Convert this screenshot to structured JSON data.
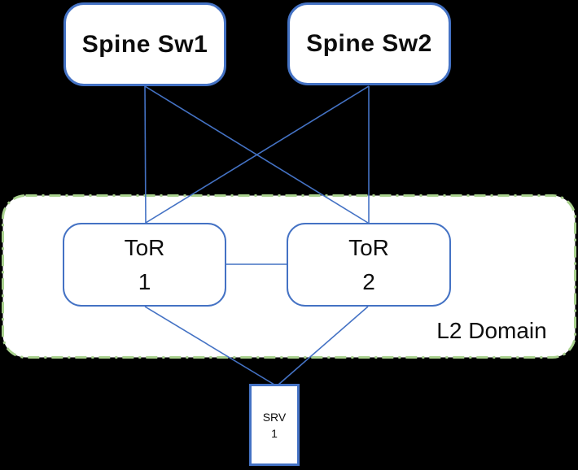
{
  "diagram": {
    "description": "Spine-leaf network topology with two spine switches, two ToR switches inside an L2 domain, and one server",
    "palette": {
      "background": "#000000",
      "node_fill": "#FFFFFF",
      "node_border_blue": "#4472C4",
      "link_blue": "#4472C4",
      "domain_border_green": "#A9D18E",
      "text": "#0D0D0D"
    },
    "nodes": {
      "spine1": {
        "label": "Spine Sw1"
      },
      "spine2": {
        "label": "Spine Sw2"
      },
      "tor1": {
        "name": "ToR",
        "number": "1"
      },
      "tor2": {
        "name": "ToR",
        "number": "2"
      },
      "srv1": {
        "name": "SRV",
        "number": "1"
      }
    },
    "domain": {
      "label": "L2 Domain"
    },
    "links": [
      {
        "from": "Spine Sw1",
        "to": "ToR 1"
      },
      {
        "from": "Spine Sw1",
        "to": "ToR 2"
      },
      {
        "from": "Spine Sw2",
        "to": "ToR 1"
      },
      {
        "from": "Spine Sw2",
        "to": "ToR 2"
      },
      {
        "from": "ToR 1",
        "to": "ToR 2"
      },
      {
        "from": "ToR 1",
        "to": "SRV 1"
      },
      {
        "from": "ToR 2",
        "to": "SRV 1"
      }
    ]
  }
}
